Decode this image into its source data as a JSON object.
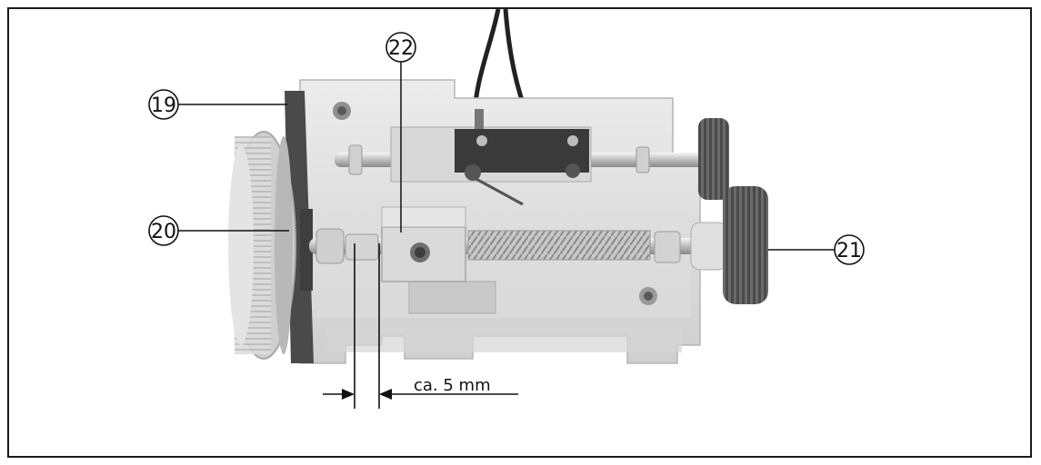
{
  "figure": {
    "callouts": [
      {
        "id": "19",
        "label": "19"
      },
      {
        "id": "20",
        "label": "20"
      },
      {
        "id": "21",
        "label": "21"
      },
      {
        "id": "22",
        "label": "22"
      }
    ],
    "dimension_label": "ca. 5 mm"
  },
  "colors": {
    "frame": "#1a1a1a",
    "housing_light": "#e2e2e2",
    "housing_mid": "#cfcfcf",
    "housing_dark": "#9a9a9a",
    "metal": "#bdbdbd",
    "knob_dark": "#5a5a5a",
    "switch_dark": "#3a3a3a"
  }
}
